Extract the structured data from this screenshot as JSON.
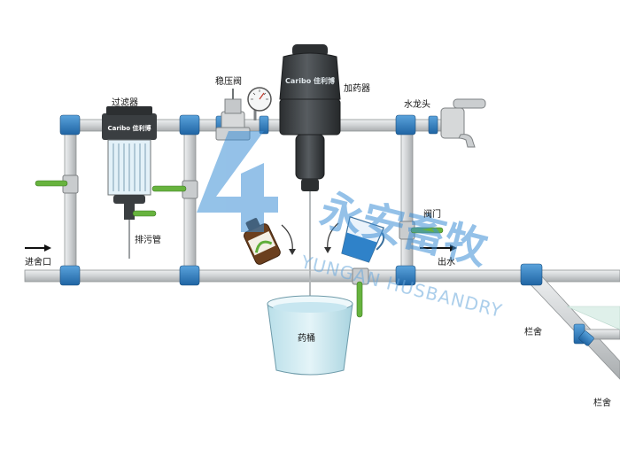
{
  "labels": {
    "filter": "过滤器",
    "pressure_valve": "稳压阀",
    "dosing_pump": "加药器",
    "faucet": "水龙头",
    "drain_pipe": "排污管",
    "inlet": "进舍口",
    "valve": "阀门",
    "outlet": "出水",
    "medicine_bucket": "药桶",
    "pen_1": "栏舍",
    "pen_2": "栏舍"
  },
  "watermark": {
    "chinese": "永安畜牧",
    "english": "YUNGAN HUSBANDRY"
  },
  "brand": {
    "pump_logo": "Caribo 佳利博",
    "filter_logo": "Caribo 佳利博"
  },
  "colors": {
    "pipe": "#d2d4d5",
    "pipe_outline": "#8f9395",
    "fitting": "#2f7fc1",
    "handle": "#67b33e",
    "pump_body": "#3b3f42",
    "bucket_water": "#c7e6f0",
    "watermark": "#3d8fd6"
  }
}
